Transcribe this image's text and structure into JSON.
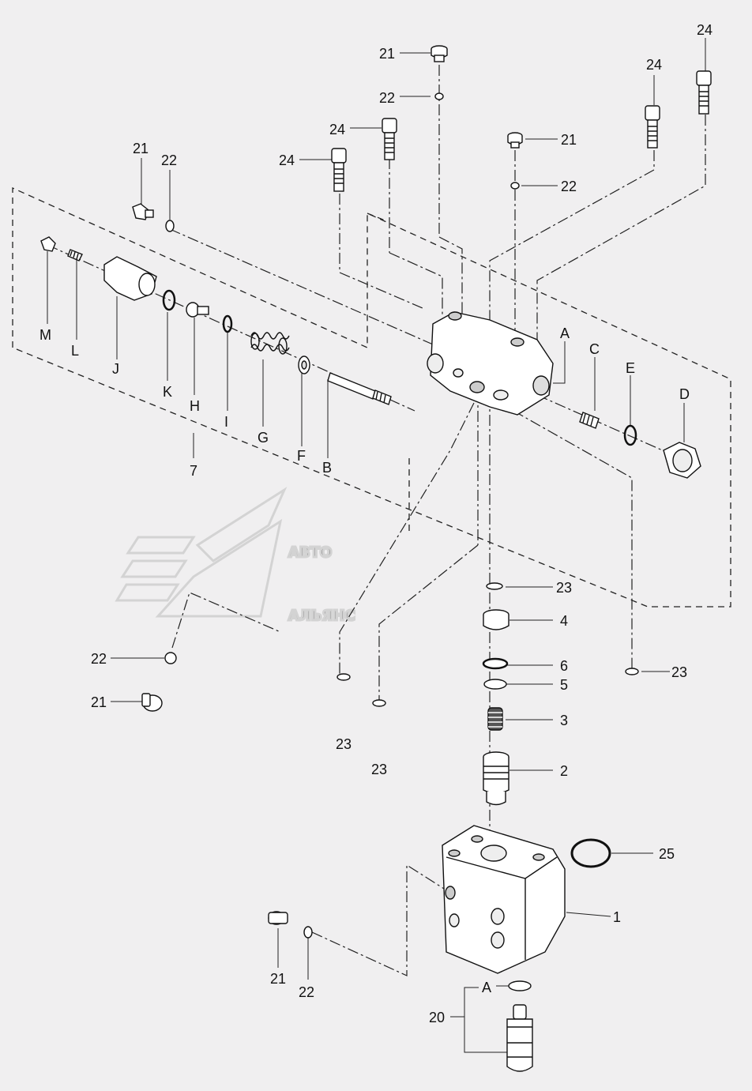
{
  "watermark": {
    "line1": "АВТО",
    "line2": "АЛЬЯНС"
  },
  "labels": {
    "l21a": "21",
    "l22a": "22",
    "l24a": "24",
    "l24b": "24",
    "l21b": "21",
    "l22b": "22",
    "l24c": "24",
    "l24d": "24",
    "l21c": "21",
    "l22c": "22",
    "lM": "M",
    "lL": "L",
    "lJ": "J",
    "lK": "K",
    "lH": "H",
    "lI": "I",
    "lG": "G",
    "lF": "F",
    "lB": "B",
    "l7": "7",
    "lA1": "A",
    "lC": "C",
    "lE": "E",
    "lD": "D",
    "l23a": "23",
    "l4": "4",
    "l6": "6",
    "l5": "5",
    "l3": "3",
    "l2": "2",
    "l23b": "23",
    "l23c": "23",
    "l23d": "23",
    "l22d": "22",
    "l21d": "21",
    "l25": "25",
    "l1": "1",
    "l21e": "21",
    "l22e": "22",
    "lA2": "A",
    "l20": "20"
  }
}
